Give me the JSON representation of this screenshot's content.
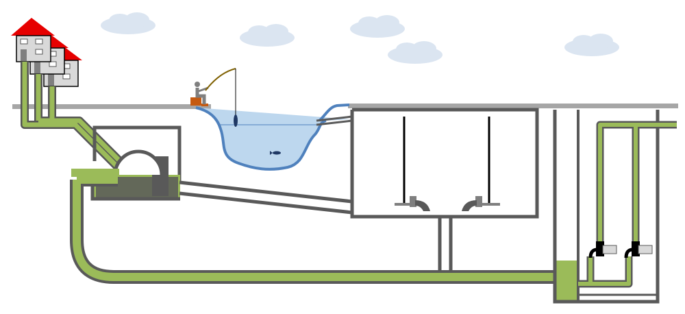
{
  "diagram": {
    "kind": "sewer-system-schematic",
    "elements": [
      "houses",
      "house-drain-pipes",
      "ground-line",
      "fisherman",
      "pond",
      "fish",
      "storm-overflow-chamber",
      "sewer-main-pipe",
      "treatment-tank",
      "mixers",
      "pump-station",
      "pumps",
      "clouds"
    ]
  },
  "colors": {
    "sewage": "#9bbb59",
    "sewage_dark": "#6f8f3a",
    "wall": "#595959",
    "ground": "#a6a6a6",
    "water": "#bdd7ee",
    "water_edge": "#4f81bd",
    "roof": "#e60000",
    "cloud": "#dbe5f1",
    "house_wall": "#d9d9d9"
  }
}
